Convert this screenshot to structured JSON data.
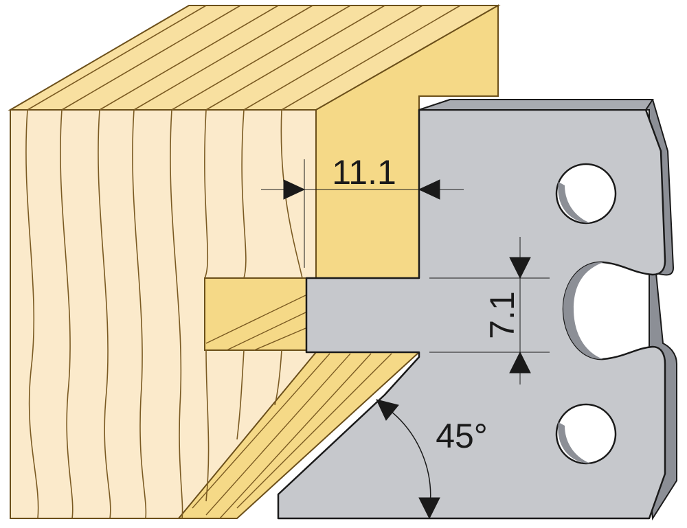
{
  "dimensions": {
    "width_label": "11.1",
    "depth_label": "7.1",
    "angle_label": "45°"
  },
  "colors": {
    "wood_face": "#fbeacb",
    "wood_top": "#f8e0a0",
    "wood_side": "#f5d987",
    "wood_outline": "#6b4f1a",
    "grain": "#7a5a22",
    "knife_face": "#c6c8cc",
    "knife_edge": "#8c8f96",
    "knife_outline": "#1a1a1a",
    "dim_line": "#1a1a1a"
  }
}
